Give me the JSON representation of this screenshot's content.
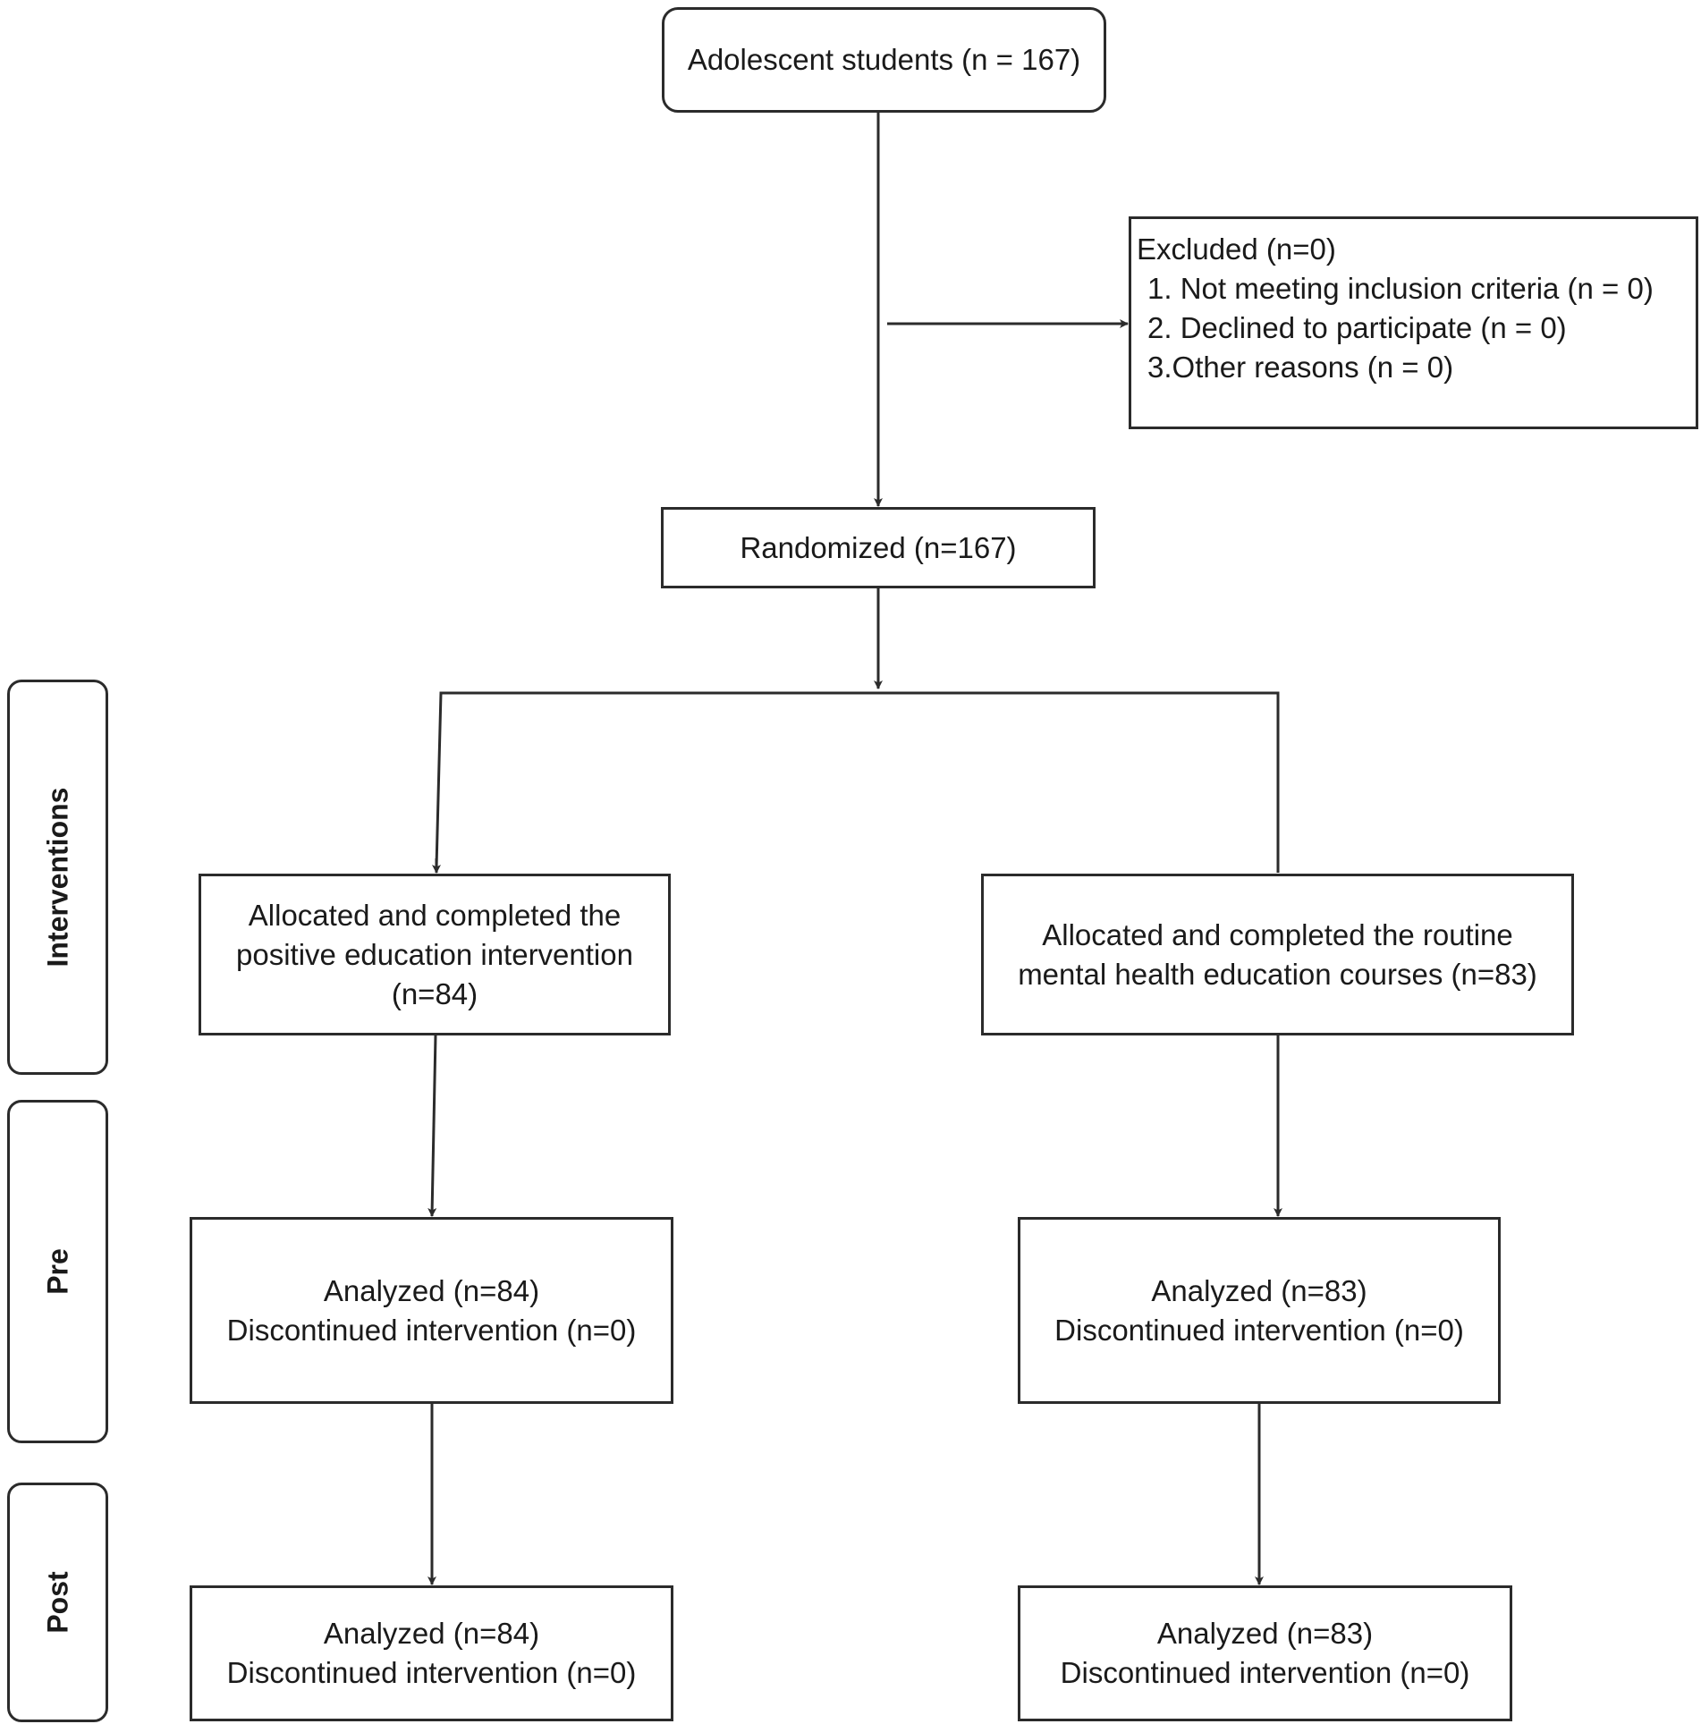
{
  "nodes": {
    "enrolled": {
      "lines": [
        "Adolescent students (n = 167)"
      ]
    },
    "excluded": {
      "title": "Excluded (n=0)",
      "reasons": [
        "1. Not meeting inclusion criteria (n = 0)",
        "2. Declined to participate (n = 0)",
        "3.Other reasons (n = 0)"
      ]
    },
    "randomized": {
      "lines": [
        "Randomized (n=167)"
      ]
    },
    "allocated_intervention": {
      "lines": [
        "Allocated and completed the",
        "positive education intervention",
        "(n=84)"
      ]
    },
    "allocated_control": {
      "lines": [
        "Allocated and completed the routine",
        "mental health education courses (n=83)"
      ]
    },
    "pre_intervention": {
      "lines": [
        "Analyzed (n=84)",
        "Discontinued intervention (n=0)"
      ]
    },
    "pre_control": {
      "lines": [
        "Analyzed (n=83)",
        "Discontinued intervention (n=0)"
      ]
    },
    "post_intervention": {
      "lines": [
        "Analyzed (n=84)",
        "Discontinued intervention (n=0)"
      ]
    },
    "post_control": {
      "lines": [
        "Analyzed (n=83)",
        "Discontinued intervention (n=0)"
      ]
    }
  },
  "stages": {
    "interventions": "Interventions",
    "pre": "Pre",
    "post": "Post"
  },
  "colors": {
    "stroke": "#2b2b2b",
    "text": "#1a1a1a",
    "background": "#ffffff"
  }
}
